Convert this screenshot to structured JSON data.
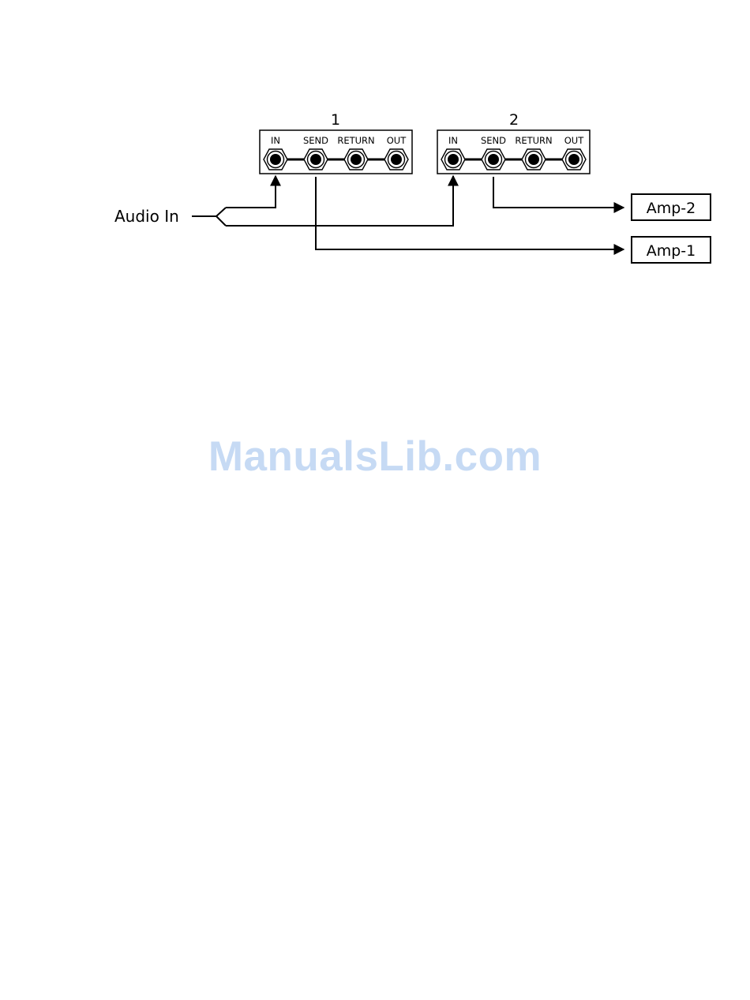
{
  "units": [
    {
      "label": "1",
      "jacks": [
        "IN",
        "SEND",
        "RETURN",
        "OUT"
      ]
    },
    {
      "label": "2",
      "jacks": [
        "IN",
        "SEND",
        "RETURN",
        "OUT"
      ]
    }
  ],
  "input_label": "Audio In",
  "amps": [
    "Amp-2",
    "Amp-1"
  ],
  "watermark": "ManualsLib.com",
  "colors": {
    "line": "#000000",
    "watermark": "#c6daf4"
  }
}
